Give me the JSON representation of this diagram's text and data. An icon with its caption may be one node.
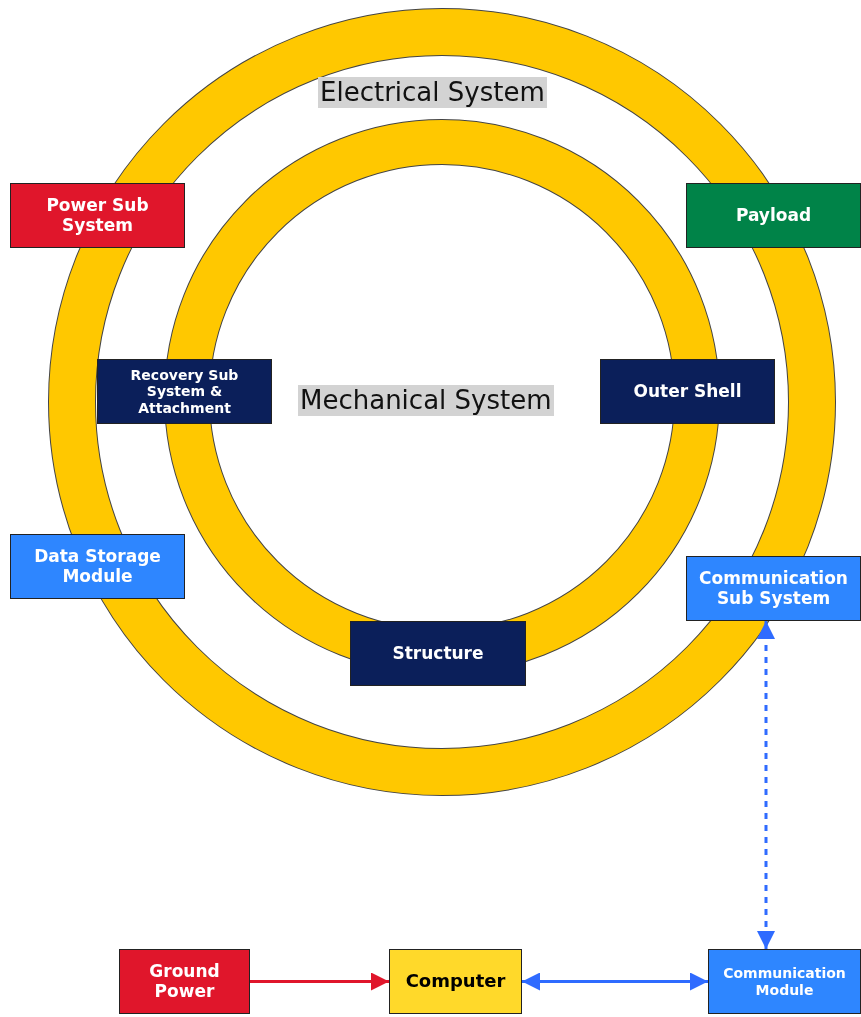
{
  "diagram": {
    "nodes": [
      {
        "text": [
          "Power Sub System"
        ]
      },
      {
        "text": [
          "Payload"
        ]
      },
      {
        "text": [
          "Recovery Sub System & Attachment"
        ]
      },
      {
        "text": [
          "Outer Shell"
        ]
      },
      {
        "text": [
          "Data Storage Module"
        ]
      },
      {
        "text": [
          "Communication Sub System"
        ]
      },
      {
        "text": [
          "Structure"
        ]
      },
      {
        "text": [
          "Ground Power"
        ]
      },
      {
        "text": [
          "Computer"
        ]
      },
      {
        "text": [
          "Communication Module"
        ]
      }
    ],
    "edges": [
      {
        "from": 7,
        "to": 8,
        "arrow": "to",
        "color": "#e0162b"
      },
      {
        "from": 8,
        "to": 9,
        "arrow": "both"
      },
      {
        "from": 5,
        "to": 9,
        "arrow": "both",
        "style": "dashed"
      }
    ],
    "labels": [
      "Electrical System",
      "Mechanical System"
    ]
  }
}
